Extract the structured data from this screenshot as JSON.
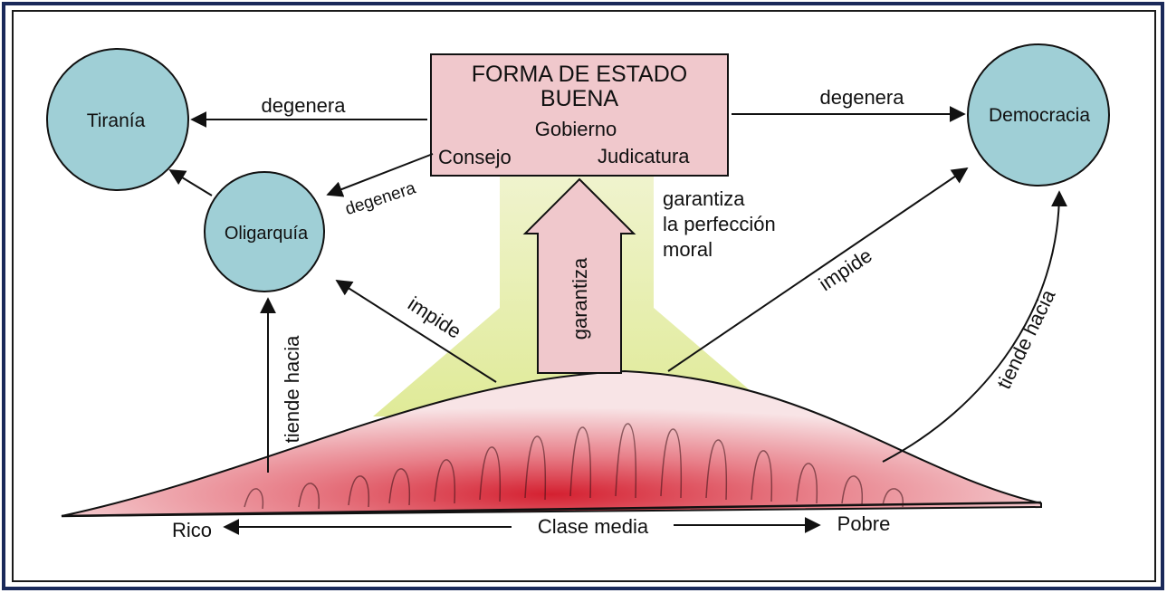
{
  "title_box": {
    "line1": "FORMA DE ESTADO",
    "line2": "BUENA",
    "gobierno": "Gobierno",
    "consejo": "Consejo",
    "judicatura": "Judicatura"
  },
  "nodes": {
    "tirania": "Tiranía",
    "oligarquia": "Oligarquía",
    "democracia": "Democracia"
  },
  "edges": {
    "degenera_left": "degenera",
    "degenera_oligarquia": "degenera",
    "degenera_right": "degenera",
    "garantiza": "garantiza",
    "garantiza_moral_1": "garantiza",
    "garantiza_moral_2": "la perfección",
    "garantiza_moral_3": "moral",
    "impide_left": "impide",
    "impide_right": "impide",
    "tiende_left": "tiende hacia",
    "tiende_right": "tiende hacia"
  },
  "axis": {
    "rico": "Rico",
    "clase_media": "Clase media",
    "pobre": "Pobre"
  },
  "colors": {
    "circle_fill": "#9fcfd6",
    "box_fill": "#f0c8cc",
    "mound_core": "#d8202c",
    "glow": "#e2ec9c",
    "frame": "#1a2a5a"
  }
}
